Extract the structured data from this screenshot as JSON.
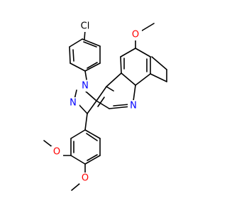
{
  "molecule": {
    "atoms": {
      "cl": {
        "symbol": "Cl",
        "color": "#000000"
      },
      "n1": {
        "symbol": "N",
        "color": "#0000ff"
      },
      "n2": {
        "symbol": "N",
        "color": "#0000ff"
      },
      "n5": {
        "symbol": "N",
        "color": "#0000ff"
      },
      "o_top": {
        "symbol": "O",
        "color": "#ff0000"
      },
      "o_mid": {
        "symbol": "O",
        "color": "#ff0000"
      },
      "o_bot": {
        "symbol": "O",
        "color": "#ff0000"
      }
    }
  }
}
